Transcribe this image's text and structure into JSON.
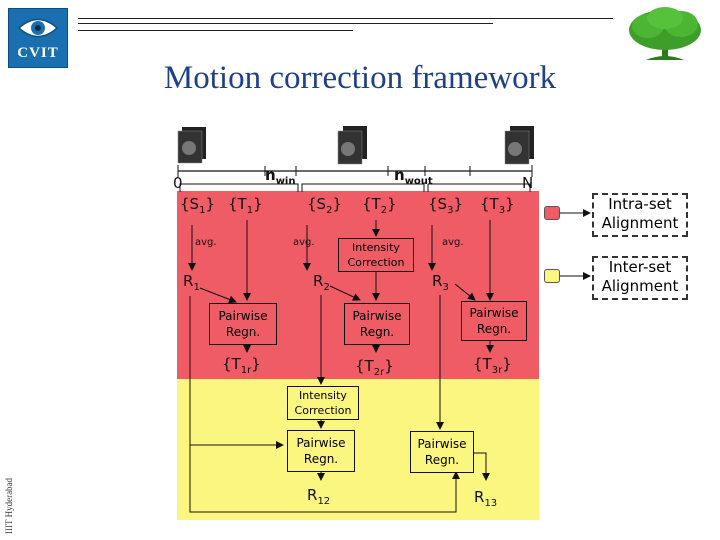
{
  "header": {
    "logo_text": "CVIT",
    "title": "Motion correction framework",
    "side_text": "IIIT Hyderabad"
  },
  "axis": {
    "start": "0",
    "end": "N",
    "nwin": "n",
    "nwin_sub": "win",
    "nwout": "n",
    "nwout_sub": "wout"
  },
  "sets": {
    "s1": "{S",
    "s1_sub": "1",
    "t1": "{T",
    "t1_sub": "1",
    "s2": "{S",
    "s2_sub": "2",
    "t2": "{T",
    "t2_sub": "2",
    "s3": "{S",
    "s3_sub": "3",
    "t3": "{T",
    "t3_sub": "3",
    "close": "}"
  },
  "labels": {
    "avg": "avg.",
    "r1": "R",
    "r1_sub": "1",
    "r2": "R",
    "r2_sub": "2",
    "r3": "R",
    "r3_sub": "3",
    "t1r": "{T",
    "t1r_sub": "1r",
    "t2r": "{T",
    "t2r_sub": "2r",
    "t3r": "{T",
    "t3r_sub": "3r",
    "r12": "R",
    "r12_sub": "12",
    "r13": "R",
    "r13_sub": "13"
  },
  "boxes": {
    "intensity_line1": "Intensity",
    "intensity_line2": "Correction",
    "pairwise_line1": "Pairwise",
    "pairwise_line2": "Regn."
  },
  "legend": {
    "intra_line1": "Intra-set",
    "intra_line2": "Alignment",
    "inter_line1": "Inter-set",
    "inter_line2": "Alignment",
    "intra_color": "#f05c66",
    "inter_color": "#fbf680"
  }
}
